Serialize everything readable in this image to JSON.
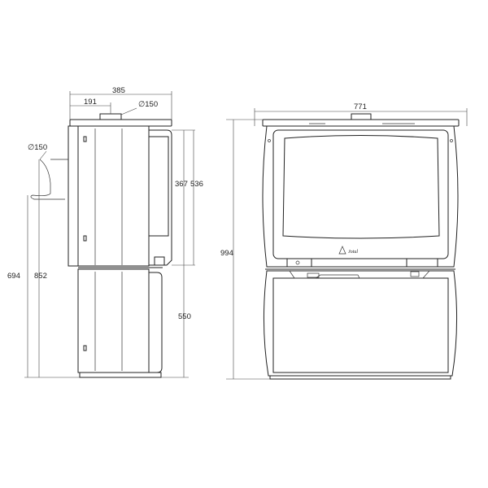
{
  "dimensions": {
    "side_depth": "385",
    "side_flue_offset": "191",
    "side_top_flue_diameter": "∅150",
    "side_rear_flue_diameter": "∅150",
    "side_height_367": "367",
    "side_height_536": "536",
    "side_height_550": "550",
    "side_height_694": "694",
    "side_height_852": "852",
    "front_width": "771",
    "front_height": "994"
  },
  "logo": {
    "brand_text": "Jotul"
  }
}
